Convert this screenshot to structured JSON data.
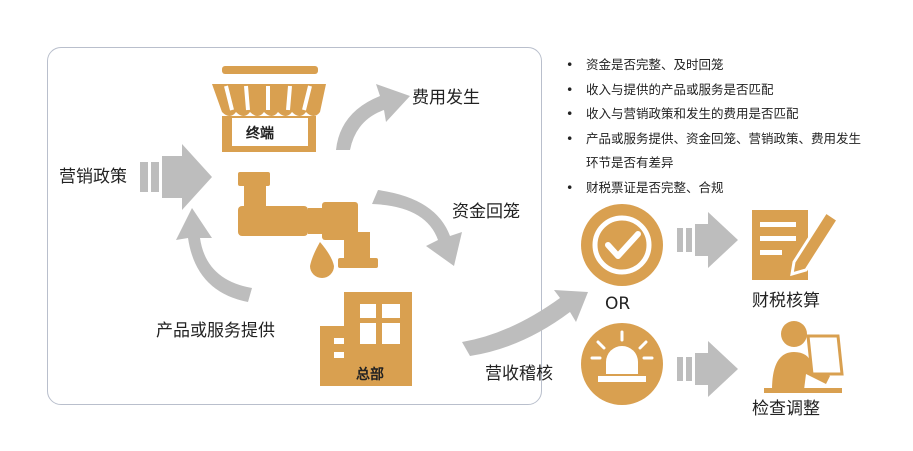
{
  "shop_label": "终端",
  "hq_label": "总部",
  "labels": {
    "marketing_policy": "营销政策",
    "expense_incurred": "费用发生",
    "fund_collection": "资金回笼",
    "product_service": "产品或服务提供",
    "revenue_audit": "营收稽核",
    "or": "OR",
    "tax_accounting": "财税核算",
    "inspect_adjust": "检查调整"
  },
  "bullets": [
    "资金是否完整、及时回笼",
    "收入与提供的产品或服务是否匹配",
    "收入与营销政策和发生的费用是否匹配",
    "产品或服务提供、资金回笼、营销政策、费用发生环节是否有差异",
    "财税票证是否完整、合规"
  ],
  "colors": {
    "accent": "#D9A050",
    "arrow": "#BDBDBD",
    "frame": "#B9BFCC"
  }
}
